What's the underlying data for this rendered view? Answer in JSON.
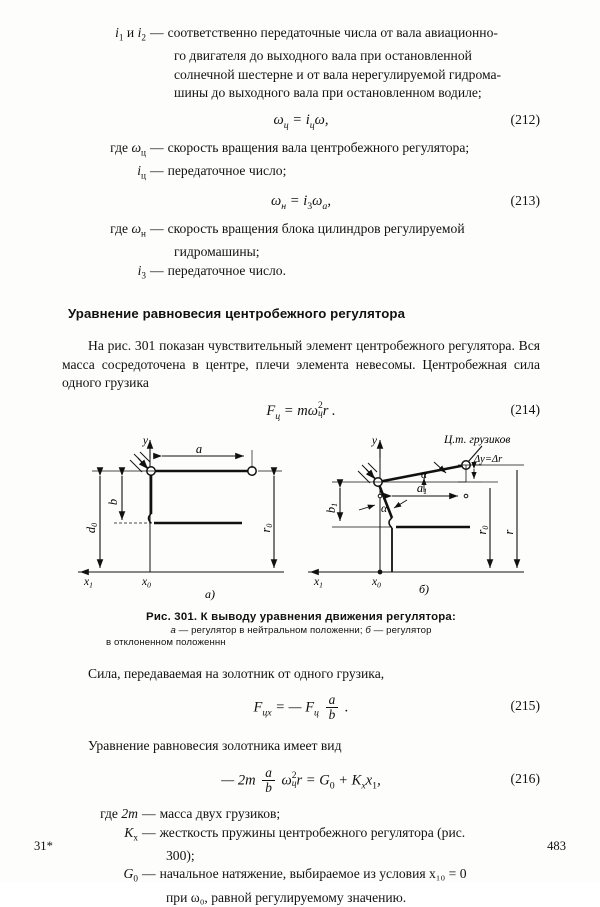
{
  "document": {
    "language": "ru",
    "page_number": "483",
    "signature_mark": "31*"
  },
  "definitions_top": [
    {
      "term": "i₁ и i₂",
      "dash": "—",
      "body": "соответственно передаточные числа от вала авиационно-",
      "continuation": [
        "го двигателя  до выходного  вала  при  остановленной",
        "солнечной шестерне и от вала нерегулируемой гидрома-",
        "шины до выходного вала при остановленном водиле;"
      ]
    }
  ],
  "equations": {
    "eq212": {
      "number": "(212)",
      "lhs": "ω",
      "lhs_sub": "ц",
      "rel": "=",
      "rhs_i": "i",
      "rhs_i_sub": "ц",
      "rhs_tail": "ω,",
      "plain": "ωц = iцω,"
    },
    "eq213": {
      "number": "(213)",
      "lhs": "ω",
      "lhs_sub": "н",
      "rel": "=",
      "rhs_i": "i",
      "rhs_i_sub": "з",
      "rhs_omega": "ω",
      "rhs_omega_sub": "а",
      "tail": ",",
      "plain": "ωн = iзωа,"
    },
    "eq214": {
      "number": "(214)",
      "lhs": "F",
      "lhs_sub": "ц",
      "rel": "=",
      "rhs_m": "m",
      "rhs_omega": "ω",
      "rhs_omega_sup": "2",
      "rhs_omega_sub": "ц",
      "rhs_r": "r",
      "tail": ".",
      "plain": "Fц = mω²цr ."
    },
    "eq215": {
      "number": "(215)",
      "lhs": "F",
      "lhs_sub": "цx",
      "rel": "=",
      "minus": "—",
      "rhs_F": "F",
      "rhs_F_sub": "ц",
      "frac_num": "a",
      "frac_den": "b",
      "tail": ".",
      "plain": "Fцx = — Fц a/b ."
    },
    "eq216": {
      "number": "(216)",
      "minus": "—",
      "coef": "2m",
      "frac_num": "a",
      "frac_den": "b",
      "omega": "ω",
      "omega_sup": "2",
      "omega_sub": "ц",
      "r": "r",
      "rel": "=",
      "rhs_G": "G",
      "rhs_G_sub": "0",
      "plus": "+",
      "rhs_K": "K",
      "rhs_K_sub": "x",
      "rhs_x": "x",
      "rhs_x_sub": "1",
      "tail": ",",
      "plain": "— 2m a/b ω²цr = G₀ + Kxx₁,"
    }
  },
  "definitions_212": [
    {
      "lead": "где",
      "term": "ω",
      "term_sub": "ц",
      "dash": "—",
      "body": "скорость вращения вала центробежного регулятора;"
    },
    {
      "lead": "",
      "term": "i",
      "term_sub": "ц",
      "dash": "—",
      "body": "передаточное число;"
    }
  ],
  "definitions_213": [
    {
      "lead": "где",
      "term": "ω",
      "term_sub": "н",
      "dash": "—",
      "body": "скорость  вращения  блока  цилиндров  регулируемой",
      "continuation": "гидромашины;"
    },
    {
      "lead": "",
      "term": "i",
      "term_sub": "з",
      "dash": "—",
      "body": "передаточное число."
    }
  ],
  "section": {
    "heading": "Уравнение равновесия центробежного регулятора",
    "paragraph": "На рис. 301 показан чувствительный элемент  центробежного регулятора.   Вся масса сосредоточена в центре, плечи элемента невесомы. Центробежная сила одного грузика"
  },
  "figure": {
    "caption_main": "Рис. 301. К выводу уравнения движения регулятора:",
    "caption_sub_line1_a": "а",
    "caption_sub_line1_rest": " — регулятор  в нейтральном  положенни; ",
    "caption_sub_line1_b": "б",
    "caption_sub_line1_tail": " — регулятор",
    "caption_sub_line2": "в отклоненном положеннн",
    "panel_a": {
      "tag": "а)",
      "labels": {
        "y_axis": "y",
        "x1": "x",
        "x1_sub": "1",
        "x0": "x",
        "x0_sub": "0",
        "a": "a",
        "b": "b",
        "d0": "d",
        "d0_sub": "0",
        "r0": "r",
        "r0_sub": "0"
      }
    },
    "panel_b": {
      "tag": "б)",
      "labels": {
        "y_axis": "y",
        "x1": "x",
        "x1_sub": "1",
        "x0": "x",
        "x0_sub": "0",
        "a1": "a",
        "a1_sub": "1",
        "b1": "b",
        "b1_sub": "1",
        "r0": "r",
        "r0_sub": "0",
        "r": "r",
        "alpha_upper": "α",
        "alpha_lower": "α",
        "delta": "Δy=Δr",
        "center_of_mass": "Ц.т. грузиков"
      }
    }
  },
  "body_text": {
    "line_force": "Сила, передаваемая на золотник от одного грузика,",
    "line_balance": "Уравнение равновесия золотника имеет вид"
  },
  "definitions_216": [
    {
      "lead": "где",
      "term": "2m",
      "dash": "—",
      "body": "масса двух грузиков;"
    },
    {
      "lead": "",
      "term": "K",
      "term_sub": "x",
      "dash": "—",
      "body": "жесткость  пружины центробежного регулятора  (рис.",
      "continuation": "300);"
    },
    {
      "lead": "",
      "term": "G",
      "term_sub": "0",
      "dash": "—",
      "body": "начальное натяжение, выбираемое из условия  x₁₀ = 0",
      "continuation": "при ω₀, равной регулируемому значению."
    }
  ],
  "colors": {
    "ink": "#111111",
    "paper": "#fdfdfb"
  }
}
